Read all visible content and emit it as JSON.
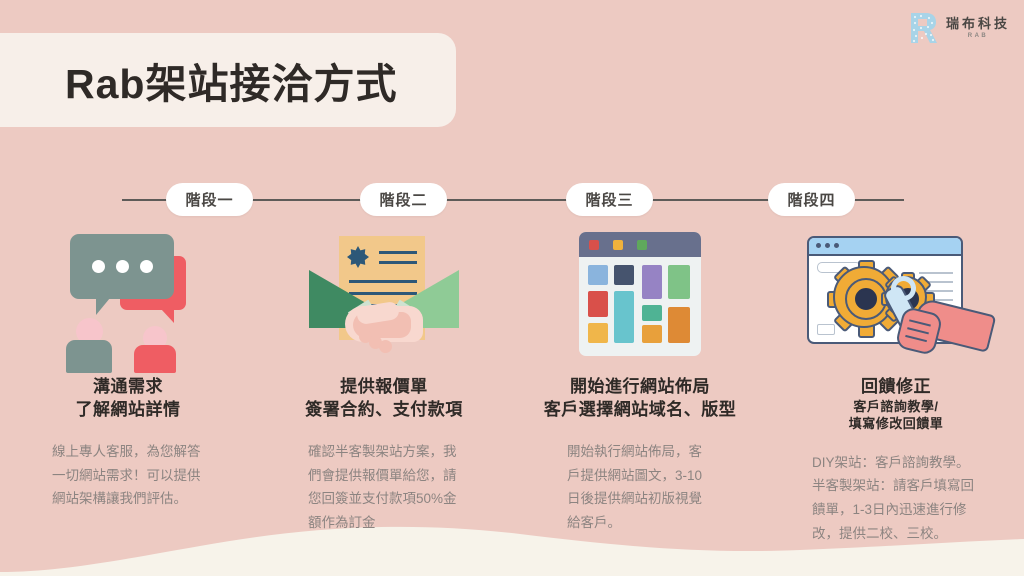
{
  "page": {
    "title": "Rab架站接洽方式",
    "background_color": "#edcac2",
    "banner_color": "#f7efe9",
    "wave_color": "#f7f3ea"
  },
  "logo": {
    "mark": "logo-r-mark",
    "company_cn": "瑞布科技",
    "company_en": "RAB",
    "mark_color": "#a8d4e8"
  },
  "stages": [
    {
      "pill": "階段一"
    },
    {
      "pill": "階段二"
    },
    {
      "pill": "階段三"
    },
    {
      "pill": "階段四"
    }
  ],
  "columns": [
    {
      "icon": "chat-bubbles-icon",
      "heading_line1": "溝通需求",
      "heading_line2": "了解網站詳情",
      "body": "線上專人客服，為您解答一切網站需求！可以提供網站架構讓我們評估。"
    },
    {
      "icon": "handshake-contract-icon",
      "heading_line1": "提供報價單",
      "heading_line2": "簽署合約、支付款項",
      "body": "確認半客製架站方案，我們會提供報價單給您，請您回簽並支付款項50%金額作為訂金"
    },
    {
      "icon": "website-layout-icon",
      "heading_line1": "開始進行網站佈局",
      "heading_line2": "客戶選擇網站域名、版型",
      "body": "開始執行網站佈局，客戶提供網站圖文，3-10日後提供網站初版視覺給客戶。"
    },
    {
      "icon": "gears-wrench-icon",
      "heading_line1": "回饋修正",
      "heading_line2": "客戶諮詢教學/",
      "heading_line3": "填寫修改回饋單",
      "body": "DIY架站：客戶諮詢教學。半客製架站：請客戶填寫回饋單，1-3日內迅速進行修改，提供二校、三校。"
    }
  ],
  "chart_data": {
    "type": "table",
    "title": "Rab架站接洽方式",
    "categories": [
      "階段一",
      "階段二",
      "階段三",
      "階段四"
    ],
    "rows": [
      [
        "階段一",
        "溝通需求 / 了解網站詳情"
      ],
      [
        "階段二",
        "提供報價單 / 簽署合約、支付款項"
      ],
      [
        "階段三",
        "開始進行網站佈局 / 客戶選擇網站域名、版型"
      ],
      [
        "階段四",
        "回饋修正 / 客戶諮詢教學、填寫修改回饋單"
      ]
    ]
  },
  "palette": {
    "chat_gray": "#7d9490",
    "chat_red": "#ef5d63",
    "paper_tan": "#f2c88a",
    "seal_navy": "#2d5878",
    "sleeve_dark_green": "#3f8a62",
    "sleeve_light_green": "#8fcb96",
    "browser_bar": "#68708d",
    "gear_orange": "#f0ab36",
    "outline_navy": "#4a5a78",
    "hand_pink": "#ef8d8a"
  }
}
